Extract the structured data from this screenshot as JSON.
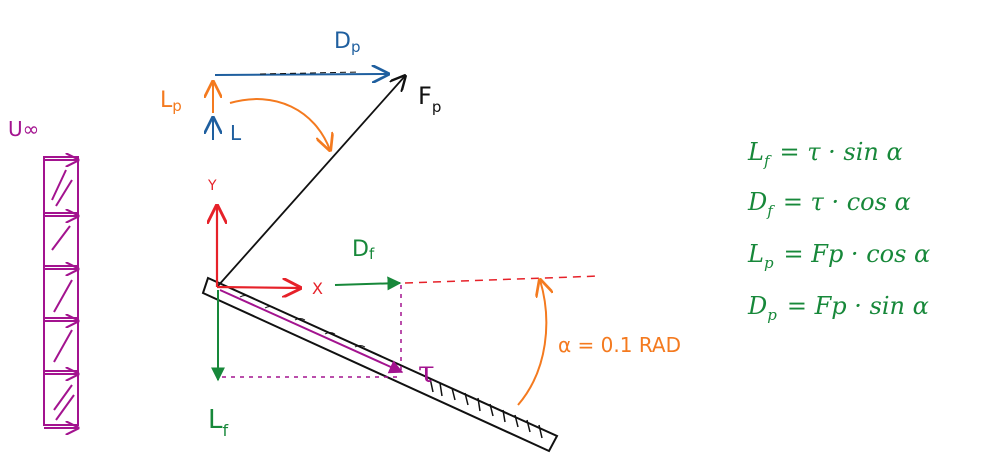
{
  "colors": {
    "blue": "#1f5f9f",
    "orange": "#f47a1f",
    "red": "#e62129",
    "green": "#17883a",
    "purple": "#a3138f",
    "black": "#111111"
  },
  "labels": {
    "freestream": "U∞",
    "Dp": {
      "main": "D",
      "sub": "p"
    },
    "Lp": {
      "main": "L",
      "sub": "p"
    },
    "L": "L",
    "Fp": {
      "main": "F",
      "sub": "p"
    },
    "y_axis": "Y",
    "x_axis": "X",
    "Df": {
      "main": "D",
      "sub": "f"
    },
    "Lf": {
      "main": "L",
      "sub": "f"
    },
    "tau": "τ",
    "alpha": "α = 0.1 RAD"
  },
  "equations": [
    {
      "lhs": "L",
      "sub": "f",
      "rhs": "= τ · sin α"
    },
    {
      "lhs": "D",
      "sub": "f",
      "rhs": "= τ · cos α"
    },
    {
      "lhs": "L",
      "sub": "p",
      "rhs": "= Fp · cos α"
    },
    {
      "lhs": "D",
      "sub": "p",
      "rhs": "= Fp · sin α"
    }
  ]
}
